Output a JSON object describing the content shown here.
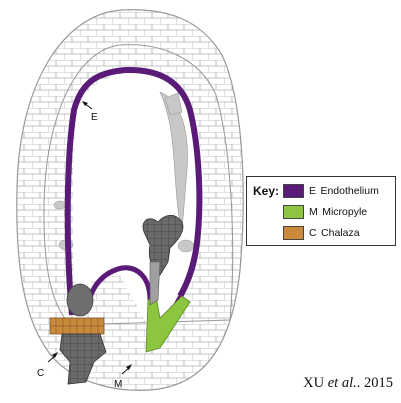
{
  "figure": {
    "labels": {
      "endothelium": "E",
      "chalaza": "C",
      "micropyle": "M"
    }
  },
  "key": {
    "title": "Key:",
    "items": [
      {
        "letter": "E",
        "name": "Endothelium",
        "color": "#5a1a78"
      },
      {
        "letter": "M",
        "name": "Micropyle",
        "color": "#8cc63f"
      },
      {
        "letter": "C",
        "name": "Chalaza",
        "color": "#c98a3c"
      }
    ]
  },
  "credit": {
    "author": "XU",
    "etal": "et al.",
    "year": "2015"
  },
  "colors": {
    "outline": "#999999",
    "fill": "#ffffff",
    "grey": "#6b6b6b",
    "lightgrey": "#c8c8c8"
  }
}
